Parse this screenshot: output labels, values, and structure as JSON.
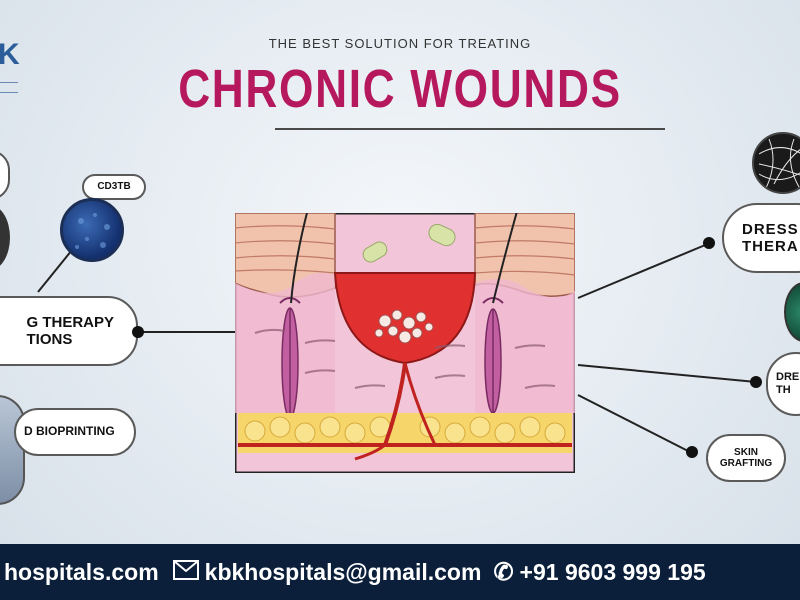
{
  "header": {
    "subtitle": "THE BEST SOLUTION FOR TREATING",
    "title": "CHRONIC WOUNDS"
  },
  "logo": {
    "letter": "K"
  },
  "labels": {
    "top_left_badge": "CD3TB",
    "left_middle": "G THERAPY\nTIONS",
    "left_bottom": "D BIOPRINTING",
    "right_top": "DRESS\nTHERA",
    "right_middle": "DRE\nTH",
    "right_bottom": "SKIN\nGRAFTING"
  },
  "footer": {
    "website": "hospitals.com",
    "email": "kbkhospitals@gmail.com",
    "phone": "+91 9603 999 195"
  },
  "colors": {
    "title": "#b5185c",
    "footer_bg": "#0b1f3a",
    "wound_red": "#e0302f",
    "skin_pink": "#f2c6d8"
  }
}
